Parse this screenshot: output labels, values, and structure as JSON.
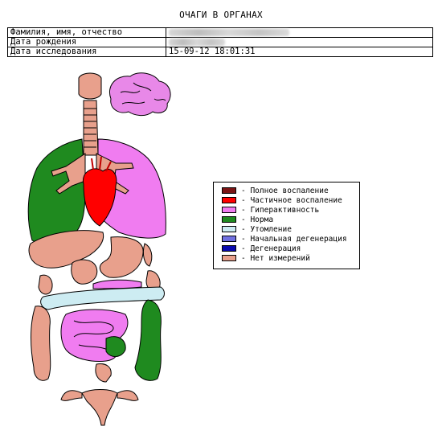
{
  "report": {
    "title": "ОЧАГИ В ОРГАНАХ",
    "fields": [
      {
        "label": "Фамилия, имя, отчество",
        "value": ""
      },
      {
        "label": "Дата рождения",
        "value": ""
      },
      {
        "label": "Дата исследования",
        "value": "15-09-12 18:01:31"
      }
    ]
  },
  "legend": {
    "items": [
      {
        "label": "- Полное воспаление",
        "color": "#7a1515"
      },
      {
        "label": "- Частичное воспаление",
        "color": "#ff0000"
      },
      {
        "label": "- Гиперактивность",
        "color": "#f07cf0"
      },
      {
        "label": "- Норма",
        "color": "#1f8a1f"
      },
      {
        "label": "- Утомление",
        "color": "#cdecf2"
      },
      {
        "label": "- Начальная дегенерация",
        "color": "#7070e0"
      },
      {
        "label": "- Дегенерация",
        "color": "#0a0ab0"
      },
      {
        "label": "- Нет измерений",
        "color": "#e8a08c"
      }
    ]
  },
  "figure": {
    "organ_colors": {
      "brain": "#e888e8",
      "left_lung": "#1f8a1f",
      "right_lung": "#f07cf0",
      "heart": "#ff0000",
      "trachea": "#e8a08c",
      "liver": "#e8a08c",
      "stomach": "#e8a08c",
      "spleen": "#e8a08c",
      "pancreas": "#f07cf0",
      "transverse_colon": "#cdecf2",
      "descending_colon": "#1f8a1f",
      "ascending_colon": "#e8a08c",
      "small_intestine": "#f07cf0",
      "kidneys": "#e8a08c",
      "bladder": "#1f8a1f",
      "uterus": "#e8a08c"
    }
  }
}
